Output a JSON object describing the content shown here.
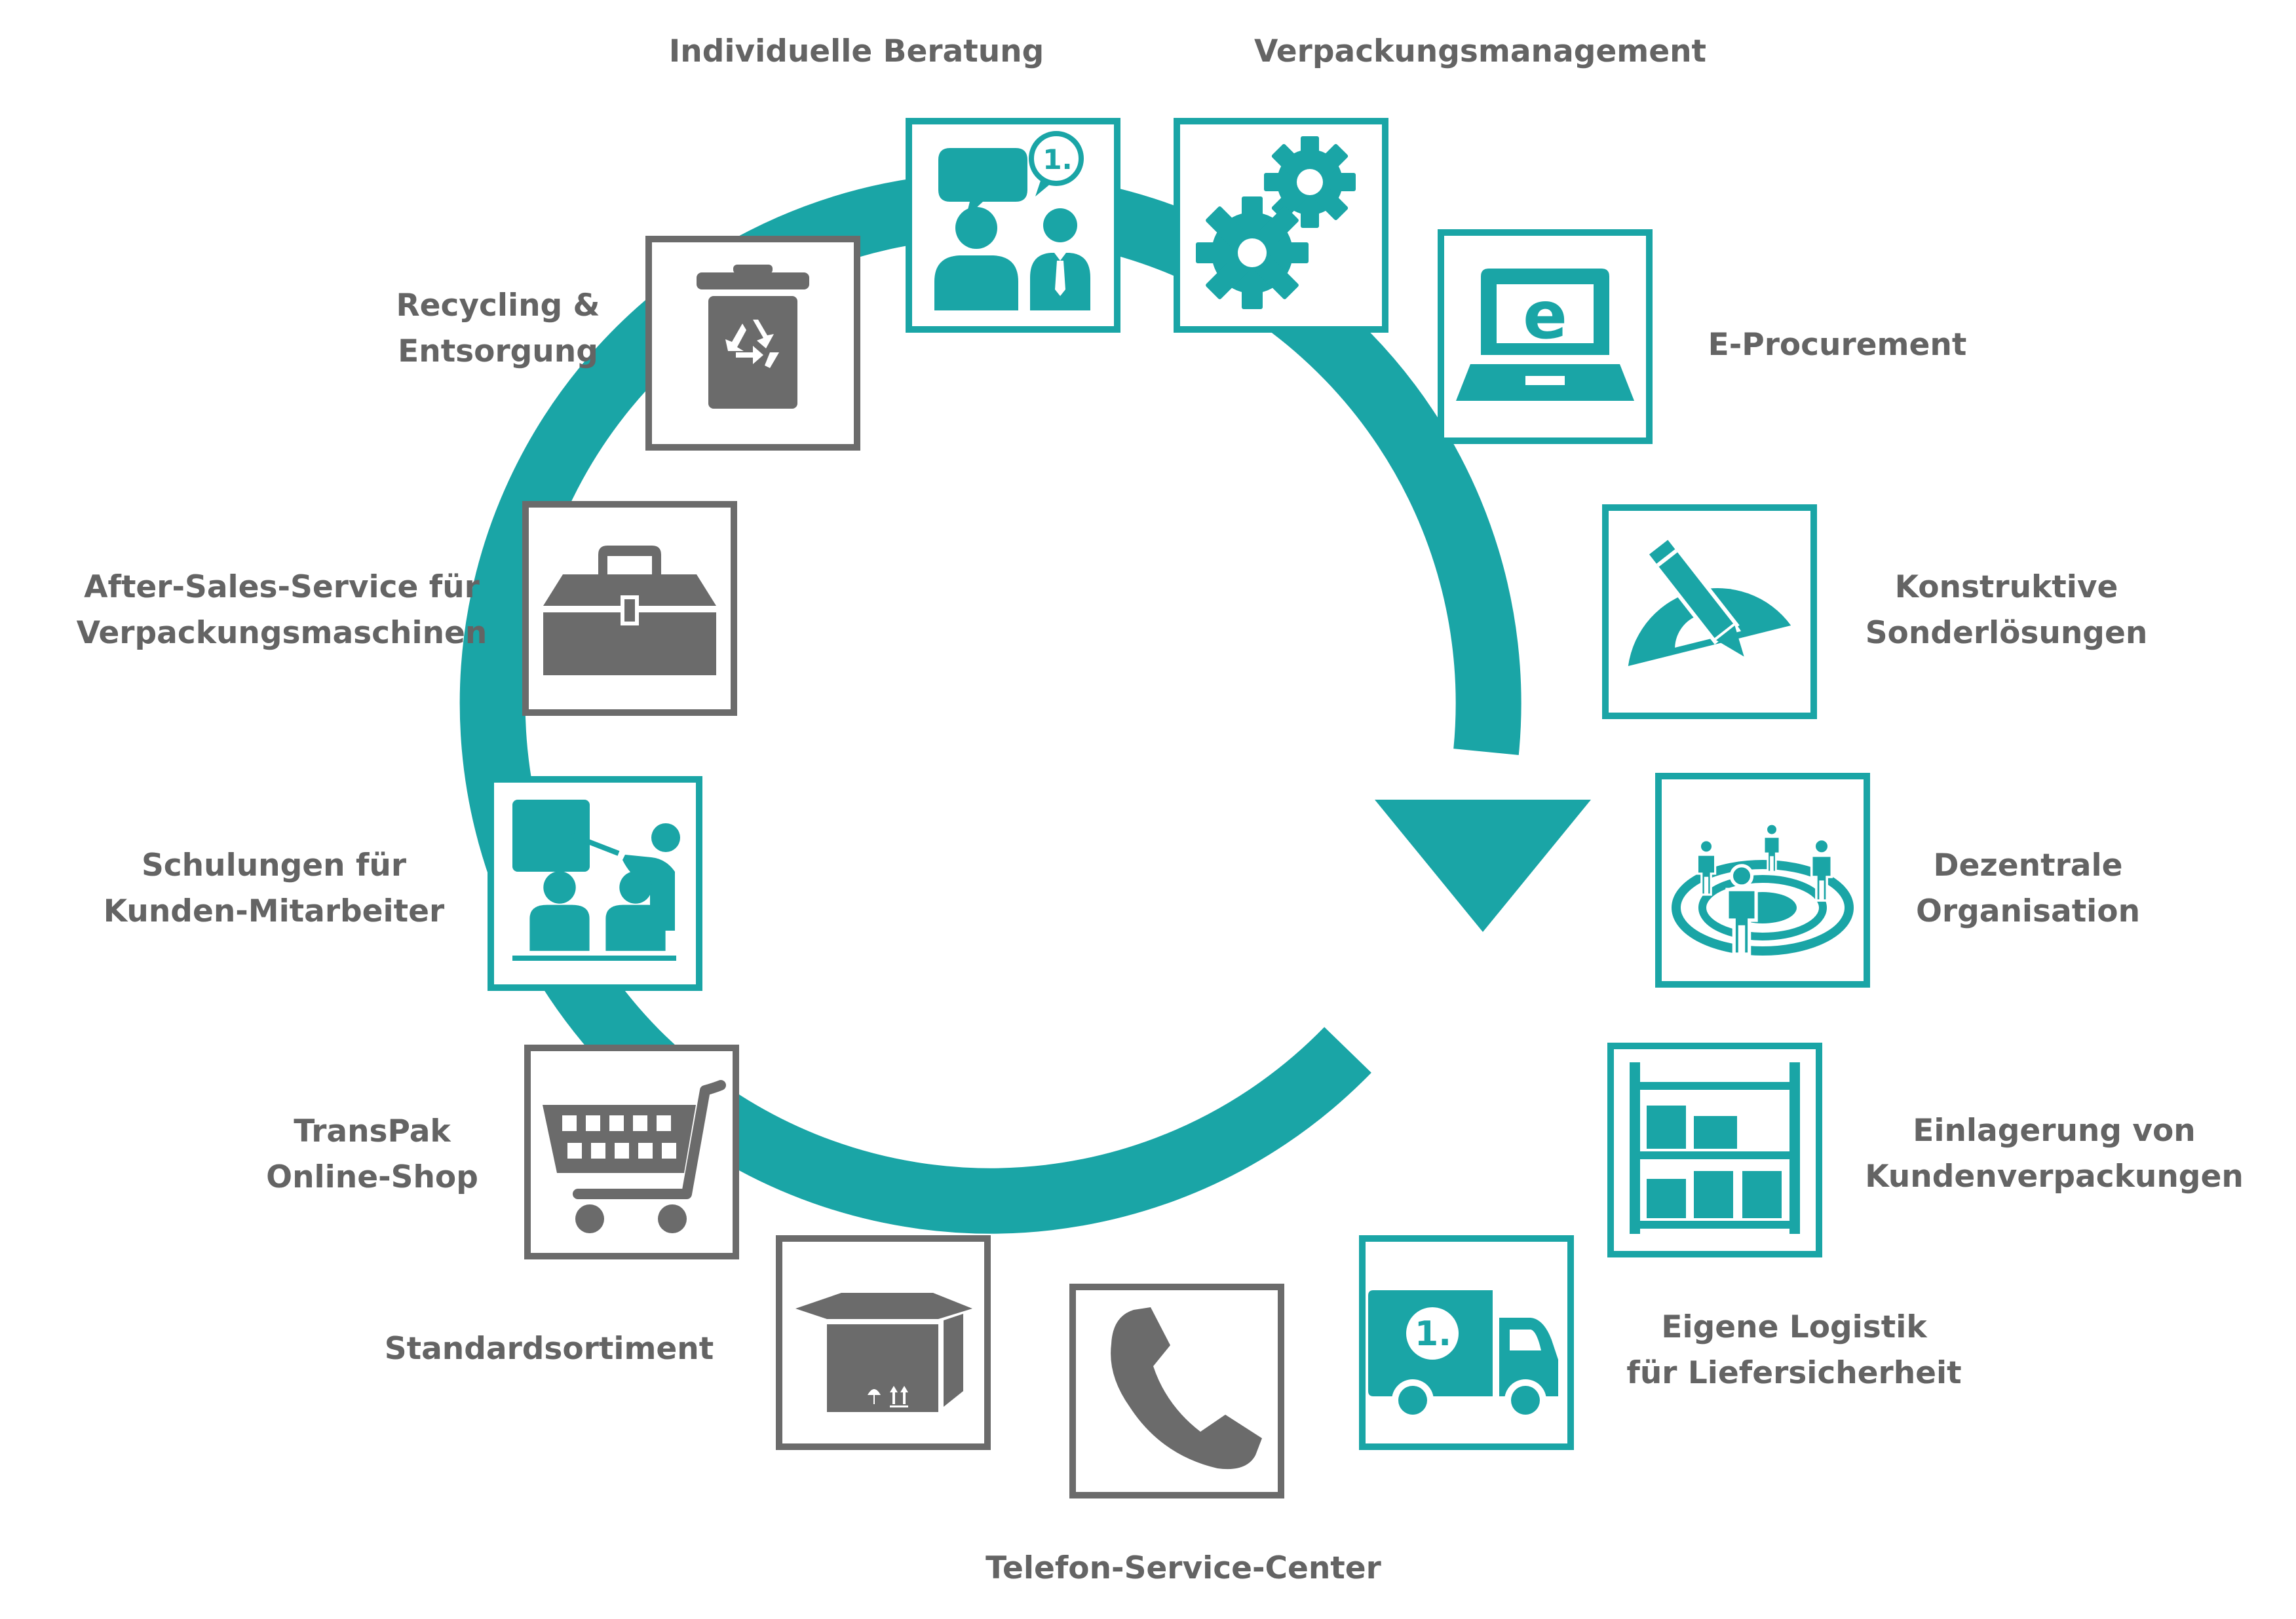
{
  "colors": {
    "teal": "#1aa5a6",
    "gray": "#6b6b6b",
    "label": "#646464",
    "background": "#ffffff"
  },
  "cycle_arrow": {
    "direction": "clockwise",
    "color_key": "teal"
  },
  "services": [
    {
      "id": "beratung",
      "icon": "consultation-speech-bubbles-icon",
      "color_key": "teal",
      "lines": [
        "Individuelle Beratung"
      ]
    },
    {
      "id": "verpackungsmanagement",
      "icon": "gears-icon",
      "color_key": "teal",
      "lines": [
        "Verpackungsmanagement"
      ]
    },
    {
      "id": "eprocurement",
      "icon": "laptop-e-icon",
      "color_key": "teal",
      "lines": [
        "E-Procurement"
      ]
    },
    {
      "id": "konstruktive",
      "icon": "pencil-protractor-icon",
      "color_key": "teal",
      "lines": [
        "Konstruktive",
        "Sonderlösungen"
      ]
    },
    {
      "id": "dezentrale",
      "icon": "people-target-icon",
      "color_key": "teal",
      "lines": [
        "Dezentrale",
        "Organisation"
      ]
    },
    {
      "id": "einlagerung",
      "icon": "warehouse-shelf-icon",
      "color_key": "teal",
      "lines": [
        "Einlagerung von",
        "Kundenverpackungen"
      ]
    },
    {
      "id": "logistik",
      "icon": "delivery-truck-icon",
      "color_key": "teal",
      "lines": [
        "Eigene Logistik",
        "für Liefersicherheit"
      ]
    },
    {
      "id": "telefon",
      "icon": "telephone-handset-icon",
      "color_key": "gray",
      "lines": [
        "Telefon-Service-Center"
      ]
    },
    {
      "id": "standardsortiment",
      "icon": "cardboard-box-icon",
      "color_key": "gray",
      "lines": [
        "Standardsortiment"
      ]
    },
    {
      "id": "onlineshop",
      "icon": "shopping-cart-icon",
      "color_key": "gray",
      "lines": [
        "TransPak",
        "Online-Shop"
      ]
    },
    {
      "id": "schulungen",
      "icon": "classroom-training-icon",
      "color_key": "teal",
      "lines": [
        "Schulungen für",
        "Kunden-Mitarbeiter"
      ]
    },
    {
      "id": "aftersales",
      "icon": "toolbox-icon",
      "color_key": "gray",
      "lines": [
        "After-Sales-Service für",
        "Verpackungsmaschinen"
      ]
    },
    {
      "id": "recycling",
      "icon": "recycling-bin-icon",
      "color_key": "gray",
      "lines": [
        "Recycling &",
        "Entsorgung"
      ]
    }
  ]
}
